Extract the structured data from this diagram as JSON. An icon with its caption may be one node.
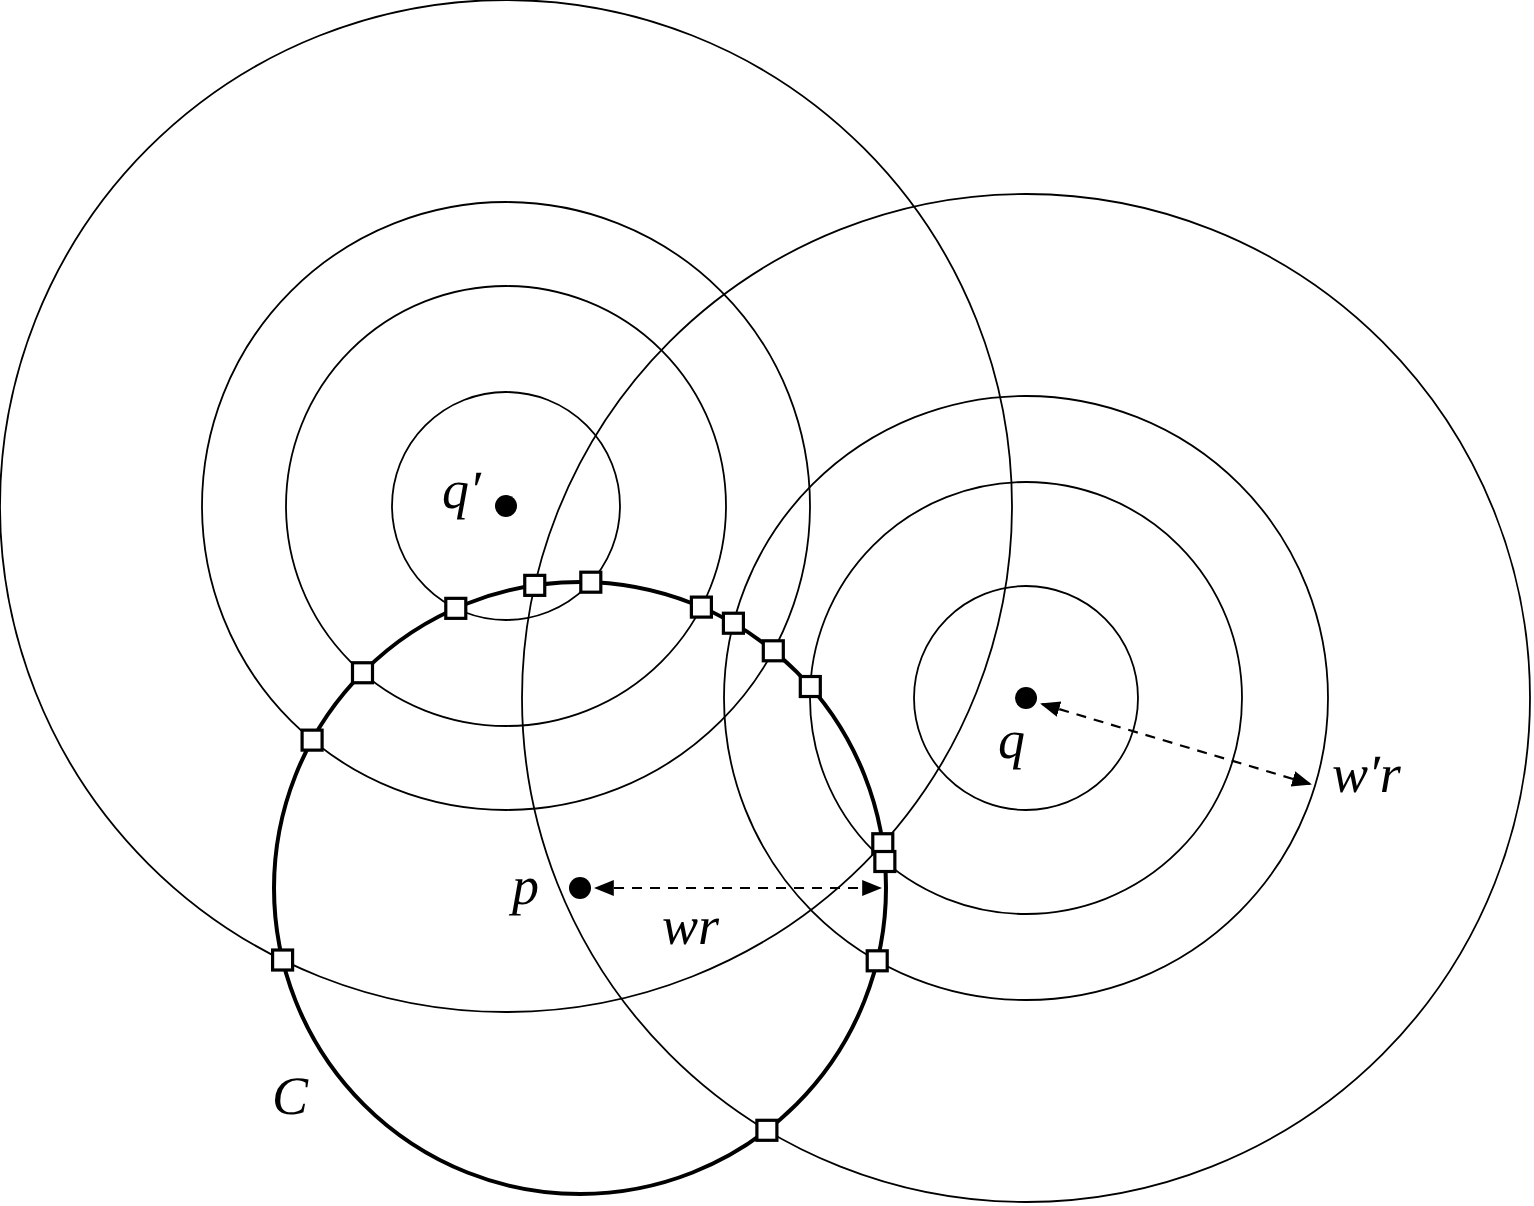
{
  "diagram": {
    "labels": [
      "q′",
      "q",
      "w′r",
      "p",
      "wr",
      "C"
    ]
  }
}
